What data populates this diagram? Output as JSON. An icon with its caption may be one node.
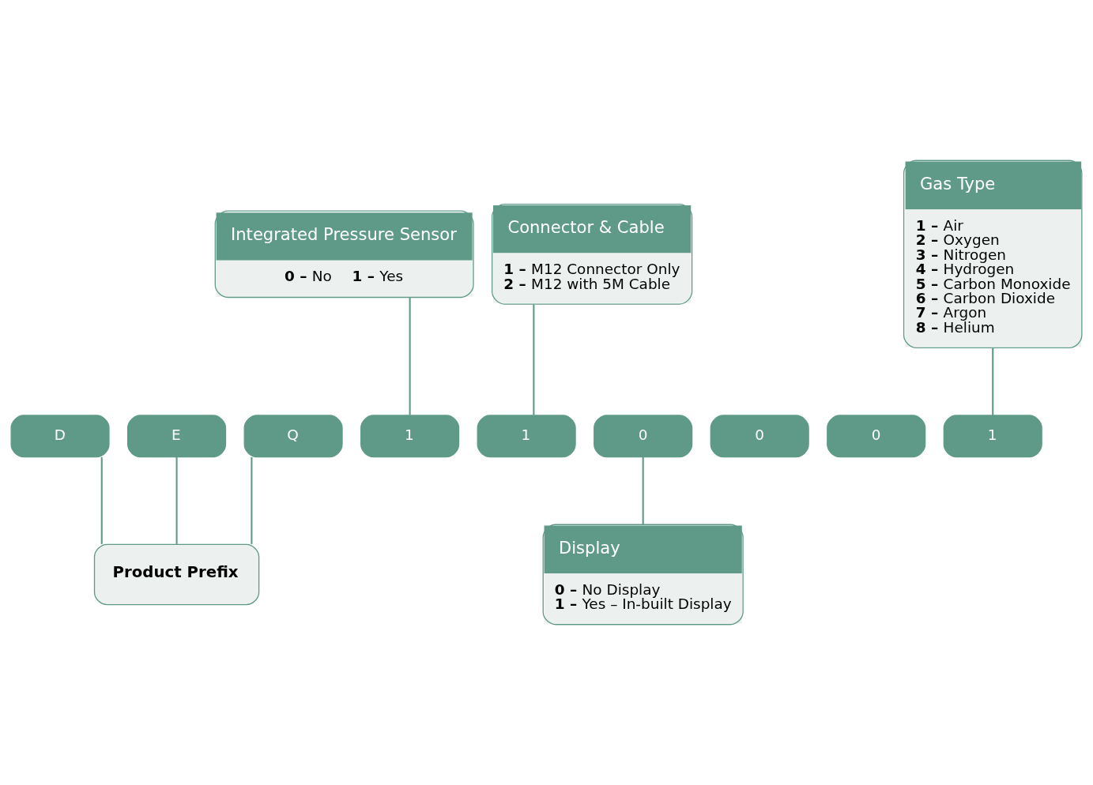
{
  "diagram": {
    "nodes": [
      {
        "text": [
          "Integrated Pressure Sensor",
          "**0 –** No",
          "**1 –** Yes"
        ]
      },
      {
        "text": [
          "Connector & Cable",
          "**1 –** M12 Connector Only",
          "**2 –** M12 with 5M Cable"
        ]
      },
      {
        "text": [
          "Gas Type",
          "**1 –** Air",
          "**2 –** Oxygen",
          "**3 –** Nitrogen",
          "**4 –** Hydrogen",
          "**5 –** Carbon Monoxide",
          "**6 –** Carbon Dioxide",
          "**7 –** Argon",
          "**8 –** Helium"
        ]
      },
      {
        "text": [
          "D"
        ]
      },
      {
        "text": [
          "E"
        ]
      },
      {
        "text": [
          "Q"
        ]
      },
      {
        "text": [
          "1"
        ]
      },
      {
        "text": [
          "1"
        ]
      },
      {
        "text": [
          "0"
        ]
      },
      {
        "text": [
          "0"
        ]
      },
      {
        "text": [
          "0"
        ]
      },
      {
        "text": [
          "1"
        ]
      },
      {
        "text": [
          "Product Prefix"
        ]
      },
      {
        "text": [
          "Display",
          "**0 –** No Display",
          "**1 –** Yes – In-built Display"
        ]
      }
    ],
    "edges": [
      {
        "from": 0,
        "to": 6,
        "arrow": "none"
      },
      {
        "from": 1,
        "to": 7,
        "arrow": "none"
      },
      {
        "from": 2,
        "to": 11,
        "arrow": "none"
      },
      {
        "from": 3,
        "to": 12,
        "arrow": "none"
      },
      {
        "from": 4,
        "to": 12,
        "arrow": "none"
      },
      {
        "from": 5,
        "to": 12,
        "arrow": "none"
      },
      {
        "from": 8,
        "to": 13,
        "arrow": "none"
      }
    ]
  }
}
